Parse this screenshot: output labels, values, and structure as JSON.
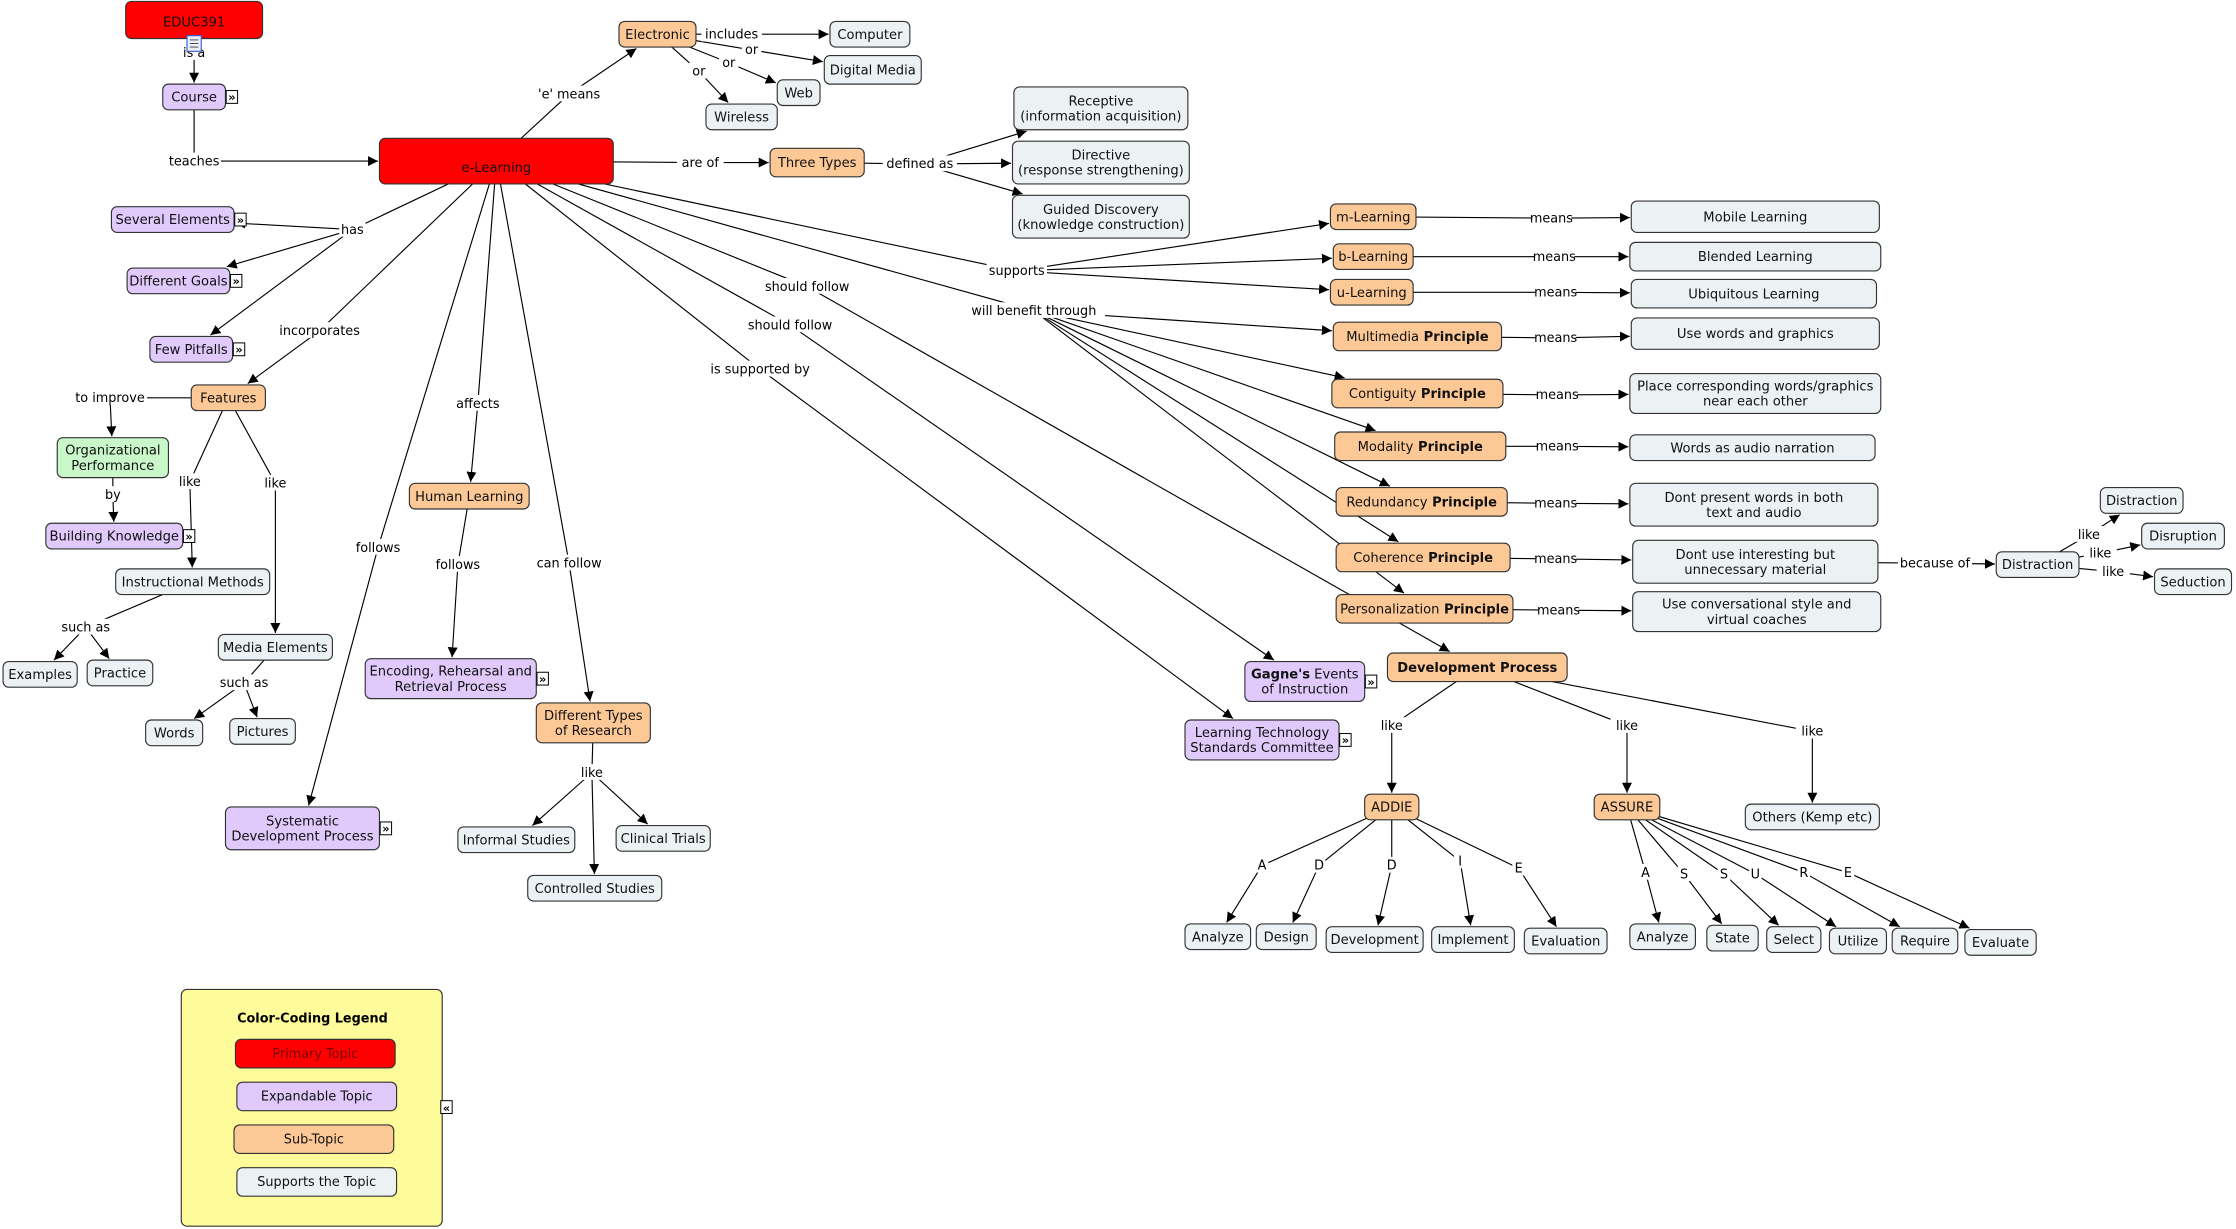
{
  "colors": {
    "primary": "#ff0000",
    "expandable": "#e0c9fb",
    "sub": "#fcc896",
    "support": "#ecf2f4",
    "green": "#c9f7c9",
    "legend_bg": "#fdfb9a",
    "line": "#000000"
  },
  "nodes": [
    {
      "id": "educ",
      "label": "EDUC391",
      "type": "primary",
      "icon": "document-icon"
    },
    {
      "id": "course",
      "label": "Course",
      "type": "expandable"
    },
    {
      "id": "elearn",
      "label": "e-Learning",
      "type": "primary"
    },
    {
      "id": "electronic",
      "label": "Electronic",
      "type": "sub"
    },
    {
      "id": "computer",
      "label": "Computer",
      "type": "support"
    },
    {
      "id": "digital",
      "label": "Digital Media",
      "type": "support"
    },
    {
      "id": "web",
      "label": "Web",
      "type": "support"
    },
    {
      "id": "wireless",
      "label": "Wireless",
      "type": "support"
    },
    {
      "id": "three",
      "label": "Three Types",
      "type": "sub"
    },
    {
      "id": "receptive",
      "label": "Receptive\n(information acquisition)",
      "type": "support"
    },
    {
      "id": "directive",
      "label": "Directive\n(response strengthening)",
      "type": "support"
    },
    {
      "id": "guided",
      "label": "Guided Discovery\n(knowledge construction)",
      "type": "support"
    },
    {
      "id": "several",
      "label": "Several Elements",
      "type": "expandable"
    },
    {
      "id": "goals",
      "label": "Different Goals",
      "type": "expandable"
    },
    {
      "id": "pitfalls",
      "label": "Few Pitfalls",
      "type": "expandable"
    },
    {
      "id": "features",
      "label": "Features",
      "type": "sub"
    },
    {
      "id": "org",
      "label": "Organizational\nPerformance",
      "type": "green"
    },
    {
      "id": "bk",
      "label": "Building Knowledge",
      "type": "expandable"
    },
    {
      "id": "im",
      "label": "Instructional Methods",
      "type": "support"
    },
    {
      "id": "examples",
      "label": "Examples",
      "type": "support"
    },
    {
      "id": "practice",
      "label": "Practice",
      "type": "support"
    },
    {
      "id": "media",
      "label": "Media Elements",
      "type": "support"
    },
    {
      "id": "words",
      "label": "Words",
      "type": "support"
    },
    {
      "id": "pictures",
      "label": "Pictures",
      "type": "support"
    },
    {
      "id": "human",
      "label": "Human Learning",
      "type": "sub"
    },
    {
      "id": "encoding",
      "label": "Encoding, Rehearsal and\nRetrieval Process",
      "type": "expandable"
    },
    {
      "id": "research",
      "label": "Different Types\nof Research",
      "type": "sub"
    },
    {
      "id": "informal",
      "label": "Informal Studies",
      "type": "support"
    },
    {
      "id": "clinical",
      "label": "Clinical Trials",
      "type": "support"
    },
    {
      "id": "controlled",
      "label": "Controlled Studies",
      "type": "support"
    },
    {
      "id": "systematic",
      "label": "Systematic\nDevelopment Process",
      "type": "expandable"
    },
    {
      "id": "mlearn",
      "label": "m-Learning",
      "type": "sub"
    },
    {
      "id": "blearn",
      "label": "b-Learning",
      "type": "sub"
    },
    {
      "id": "ulearn",
      "label": "u-Learning",
      "type": "sub"
    },
    {
      "id": "multimedia",
      "label": "Multimedia",
      "bold": "Principle",
      "type": "sub"
    },
    {
      "id": "contiguity",
      "label": "Contiguity",
      "bold": "Principle",
      "type": "sub"
    },
    {
      "id": "modality",
      "label": "Modality",
      "bold": "Principle",
      "type": "sub"
    },
    {
      "id": "redundancy",
      "label": "Redundancy",
      "bold": "Principle",
      "type": "sub"
    },
    {
      "id": "coherence",
      "label": "Coherence",
      "bold": "Principle",
      "type": "sub"
    },
    {
      "id": "personalization",
      "label": "Personalization",
      "bold": "Principle",
      "type": "sub"
    },
    {
      "id": "mobile",
      "label": "Mobile Learning",
      "type": "support"
    },
    {
      "id": "blended",
      "label": "Blended Learning",
      "type": "support"
    },
    {
      "id": "ubiquitous",
      "label": "Ubiquitous Learning",
      "type": "support"
    },
    {
      "id": "usewords",
      "label": "Use words and graphics",
      "type": "support"
    },
    {
      "id": "place",
      "label": "Place corresponding words/graphics\nnear each other",
      "type": "support"
    },
    {
      "id": "wordsaudio",
      "label": "Words as audio narration",
      "type": "support"
    },
    {
      "id": "dontpresent",
      "label": "Dont present words in both\ntext and audio",
      "type": "support"
    },
    {
      "id": "dontuse",
      "label": "Dont use interesting but\nunnecessary material",
      "type": "support"
    },
    {
      "id": "useconv",
      "label": "Use conversational style and\nvirtual coaches",
      "type": "support"
    },
    {
      "id": "distraction",
      "label": "Distraction",
      "type": "support"
    },
    {
      "id": "distraction2",
      "label": "Distraction",
      "type": "support"
    },
    {
      "id": "disruption",
      "label": "Disruption",
      "type": "support"
    },
    {
      "id": "seduction",
      "label": "Seduction",
      "type": "support"
    },
    {
      "id": "gagne",
      "boldprefix": "Gagne's",
      "label": " Events\nof Instruction",
      "type": "expandable"
    },
    {
      "id": "ltsc",
      "label": "Learning Technology\nStandards Committee",
      "type": "expandable"
    },
    {
      "id": "devproc",
      "label": "",
      "bold": "Development Process",
      "type": "sub"
    },
    {
      "id": "addie",
      "label": "ADDIE",
      "type": "sub"
    },
    {
      "id": "assure",
      "label": "ASSURE",
      "type": "sub"
    },
    {
      "id": "others",
      "label": "Others (Kemp etc)",
      "type": "support"
    },
    {
      "id": "a_analyze",
      "label": "Analyze",
      "type": "support"
    },
    {
      "id": "a_design",
      "label": "Design",
      "type": "support"
    },
    {
      "id": "a_development",
      "label": "Development",
      "type": "support"
    },
    {
      "id": "a_implement",
      "label": "Implement",
      "type": "support"
    },
    {
      "id": "a_evaluation",
      "label": "Evaluation",
      "type": "support"
    },
    {
      "id": "s_analyze",
      "label": "Analyze",
      "type": "support"
    },
    {
      "id": "s_state",
      "label": "State",
      "type": "support"
    },
    {
      "id": "s_select",
      "label": "Select",
      "type": "support"
    },
    {
      "id": "s_utilize",
      "label": "Utilize",
      "type": "support"
    },
    {
      "id": "s_require",
      "label": "Require",
      "type": "support"
    },
    {
      "id": "s_evaluate",
      "label": "Evaluate",
      "type": "support"
    }
  ],
  "links": [
    {
      "from": "educ",
      "label": "is a",
      "to": [
        "course"
      ]
    },
    {
      "from": "course",
      "label": "teaches",
      "to": [
        "elearn"
      ]
    },
    {
      "from": "elearn",
      "label": "'e' means",
      "to": [
        "electronic"
      ]
    },
    {
      "from": "electronic",
      "label": "includes",
      "to": [
        "computer"
      ]
    },
    {
      "from": "electronic",
      "label": "or",
      "to": [
        "digital"
      ]
    },
    {
      "from": "electronic",
      "label": "or",
      "to": [
        "web"
      ]
    },
    {
      "from": "electronic",
      "label": "or",
      "to": [
        "wireless"
      ]
    },
    {
      "from": "elearn",
      "label": "are of",
      "to": [
        "three"
      ]
    },
    {
      "from": "three",
      "label": "defined as",
      "to": [
        "receptive",
        "directive",
        "guided"
      ]
    },
    {
      "from": "elearn",
      "label": "has",
      "to": [
        "several",
        "goals",
        "pitfalls"
      ]
    },
    {
      "from": "elearn",
      "label": "incorporates",
      "to": [
        "features"
      ]
    },
    {
      "from": "features",
      "label": "to improve",
      "to": [
        "org"
      ]
    },
    {
      "from": "org",
      "label": "by",
      "to": [
        "bk"
      ]
    },
    {
      "from": "features",
      "label": "like",
      "to": [
        "im"
      ]
    },
    {
      "from": "features",
      "label": "like",
      "to": [
        "media"
      ]
    },
    {
      "from": "im",
      "label": "such as",
      "to": [
        "examples",
        "practice"
      ]
    },
    {
      "from": "media",
      "label": "such as",
      "to": [
        "words",
        "pictures"
      ]
    },
    {
      "from": "elearn",
      "label": "affects",
      "to": [
        "human"
      ]
    },
    {
      "from": "human",
      "label": "follows",
      "to": [
        "encoding"
      ]
    },
    {
      "from": "elearn",
      "label": "can follow",
      "to": [
        "research"
      ]
    },
    {
      "from": "research",
      "label": "like",
      "to": [
        "informal",
        "controlled",
        "clinical"
      ]
    },
    {
      "from": "elearn",
      "label": "follows",
      "to": [
        "systematic"
      ]
    },
    {
      "from": "elearn",
      "label": "supports",
      "to": [
        "mlearn",
        "blearn",
        "ulearn"
      ]
    },
    {
      "from": "mlearn",
      "label": "means",
      "to": [
        "mobile"
      ]
    },
    {
      "from": "blearn",
      "label": "means",
      "to": [
        "blended"
      ]
    },
    {
      "from": "ulearn",
      "label": "means",
      "to": [
        "ubiquitous"
      ]
    },
    {
      "from": "elearn",
      "label": "will benefit through",
      "to": [
        "multimedia",
        "contiguity",
        "modality",
        "redundancy",
        "coherence",
        "personalization"
      ]
    },
    {
      "from": "multimedia",
      "label": "means",
      "to": [
        "usewords"
      ]
    },
    {
      "from": "contiguity",
      "label": "means",
      "to": [
        "place"
      ]
    },
    {
      "from": "modality",
      "label": "means",
      "to": [
        "wordsaudio"
      ]
    },
    {
      "from": "redundancy",
      "label": "means",
      "to": [
        "dontpresent"
      ]
    },
    {
      "from": "coherence",
      "label": "means",
      "to": [
        "dontuse"
      ]
    },
    {
      "from": "personalization",
      "label": "means",
      "to": [
        "useconv"
      ]
    },
    {
      "from": "dontuse",
      "label": "because of",
      "to": [
        "distraction"
      ]
    },
    {
      "from": "distraction",
      "label": "like",
      "to": [
        "distraction2"
      ]
    },
    {
      "from": "distraction",
      "label": "like",
      "to": [
        "disruption"
      ]
    },
    {
      "from": "distraction",
      "label": "like",
      "to": [
        "seduction"
      ]
    },
    {
      "from": "elearn",
      "label": "should follow",
      "to": [
        "devproc"
      ]
    },
    {
      "from": "elearn",
      "label": "should follow",
      "to": [
        "gagne"
      ]
    },
    {
      "from": "elearn",
      "label": "is supported by",
      "to": [
        "ltsc"
      ]
    },
    {
      "from": "devproc",
      "label": "like",
      "to": [
        "addie"
      ]
    },
    {
      "from": "devproc",
      "label": "like",
      "to": [
        "assure"
      ]
    },
    {
      "from": "devproc",
      "label": "like",
      "to": [
        "others"
      ]
    },
    {
      "from": "addie",
      "label": "A",
      "to": [
        "a_analyze"
      ]
    },
    {
      "from": "addie",
      "label": "D",
      "to": [
        "a_design"
      ]
    },
    {
      "from": "addie",
      "label": "D",
      "to": [
        "a_development"
      ]
    },
    {
      "from": "addie",
      "label": "I",
      "to": [
        "a_implement"
      ]
    },
    {
      "from": "addie",
      "label": "E",
      "to": [
        "a_evaluation"
      ]
    },
    {
      "from": "assure",
      "label": "A",
      "to": [
        "s_analyze"
      ]
    },
    {
      "from": "assure",
      "label": "S",
      "to": [
        "s_state"
      ]
    },
    {
      "from": "assure",
      "label": "S",
      "to": [
        "s_select"
      ]
    },
    {
      "from": "assure",
      "label": "U",
      "to": [
        "s_utilize"
      ]
    },
    {
      "from": "assure",
      "label": "R",
      "to": [
        "s_require"
      ]
    },
    {
      "from": "assure",
      "label": "E",
      "to": [
        "s_evaluate"
      ]
    }
  ],
  "legend": {
    "title": "Color-Coding Legend",
    "items": [
      {
        "label": "Primary Topic",
        "type": "primary"
      },
      {
        "label": "Expandable Topic",
        "type": "expandable"
      },
      {
        "label": "Sub-Topic",
        "type": "sub"
      },
      {
        "label": "Supports the Topic",
        "type": "support"
      }
    ],
    "collapse_icon": "collapse-left-icon"
  },
  "expand_icon": "expand-right-icon"
}
